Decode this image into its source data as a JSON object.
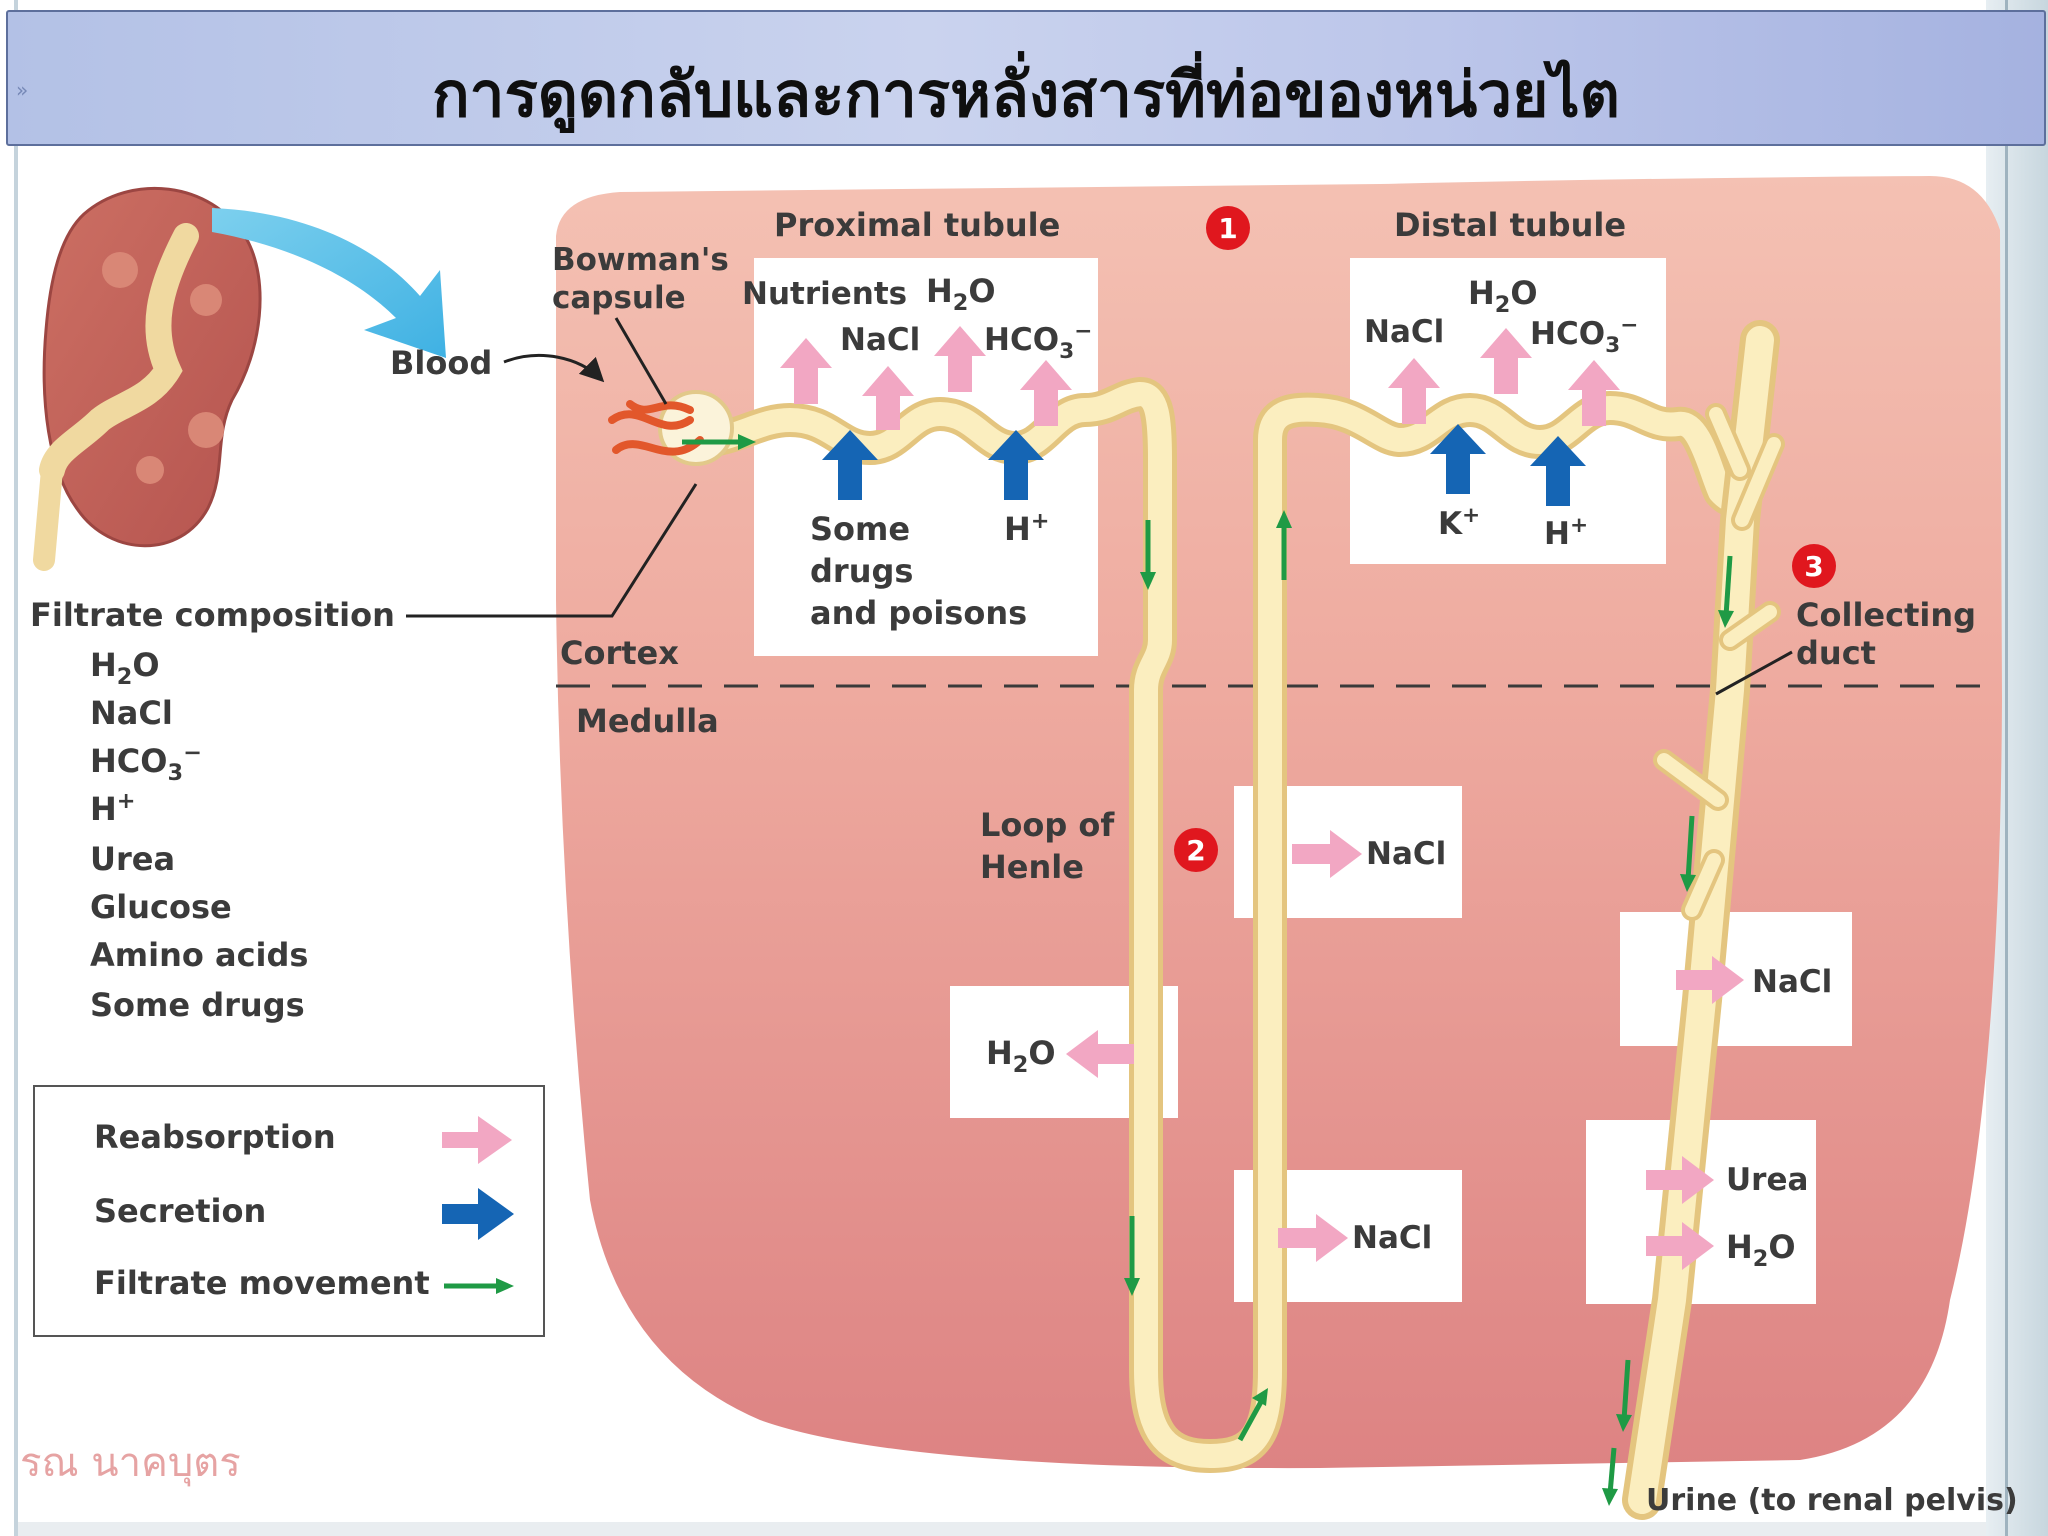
{
  "title": "การดูดกลับและการหลั่งสารที่ท่อของหน่วยไต",
  "labels": {
    "proximal_tubule": "Proximal tubule",
    "distal_tubule": "Distal tubule",
    "bowmans_capsule_line1": "Bowman's",
    "bowmans_capsule_line2": "capsule",
    "blood": "Blood",
    "cortex": "Cortex",
    "medulla": "Medulla",
    "loop_of_henle_line1": "Loop of",
    "loop_of_henle_line2": "Henle",
    "collecting_duct_line1": "Collecting",
    "collecting_duct_line2": "duct",
    "urine": "Urine (to renal pelvis)",
    "filtrate_composition": "Filtrate composition"
  },
  "markers": {
    "step1": "1",
    "step2": "2",
    "step3": "3"
  },
  "filtrate_items": [
    {
      "base": "H",
      "sub": "2",
      "rest": "O",
      "sup": ""
    },
    {
      "base": "NaCl",
      "sub": "",
      "rest": "",
      "sup": ""
    },
    {
      "base": "HCO",
      "sub": "3",
      "rest": "",
      "sup": "−"
    },
    {
      "base": "H",
      "sub": "",
      "rest": "",
      "sup": "+"
    },
    {
      "base": "Urea",
      "sub": "",
      "rest": "",
      "sup": ""
    },
    {
      "base": "Glucose",
      "sub": "",
      "rest": "",
      "sup": ""
    },
    {
      "base": "Amino acids",
      "sub": "",
      "rest": "",
      "sup": ""
    },
    {
      "base": "Some drugs",
      "sub": "",
      "rest": "",
      "sup": ""
    }
  ],
  "proximal": {
    "nutrients": "Nutrients",
    "h2o": {
      "base": "H",
      "sub": "2",
      "rest": "O"
    },
    "nacl": "NaCl",
    "hco3": {
      "base": "HCO",
      "sub": "3",
      "sup": "−"
    },
    "secretion_line1": "Some",
    "secretion_line2": "drugs",
    "secretion_line3": "and poisons",
    "h_plus": {
      "base": "H",
      "sup": "+"
    }
  },
  "distal": {
    "nacl": "NaCl",
    "h2o": {
      "base": "H",
      "sub": "2",
      "rest": "O"
    },
    "hco3": {
      "base": "HCO",
      "sub": "3",
      "sup": "−"
    },
    "k_plus": {
      "base": "K",
      "sup": "+"
    },
    "h_plus": {
      "base": "H",
      "sup": "+"
    }
  },
  "loop": {
    "nacl_upper": "NaCl",
    "nacl_lower": "NaCl",
    "h2o": {
      "base": "H",
      "sub": "2",
      "rest": "O"
    }
  },
  "collecting": {
    "nacl": "NaCl",
    "urea": "Urea",
    "h2o": {
      "base": "H",
      "sub": "2",
      "rest": "O"
    }
  },
  "legend": {
    "reabsorption": "Reabsorption",
    "secretion": "Secretion",
    "filtrate_movement": "Filtrate movement"
  },
  "watermark": "รณ นาคบุตร",
  "colors": {
    "reabsorption": "#f2a7c3",
    "secretion": "#1565b4",
    "filtrate": "#1f9a45",
    "tubule": "#f7e39e",
    "tissue": "#eaa39c",
    "marker": "#e0171e"
  }
}
